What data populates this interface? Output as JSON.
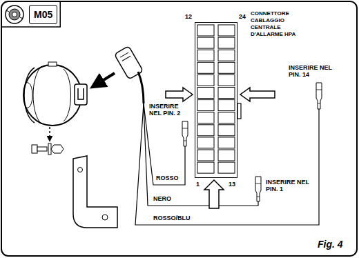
{
  "diagram": {
    "caption": "Fig. 4",
    "nodes": [
      {
        "text": [
          "M05"
        ]
      },
      {
        "text": [
          "CONNETTORE CABLAGGIO CENTRALE D'ALLARME HPA"
        ]
      }
    ],
    "labels": [
      "12",
      "24",
      "INSERIRE NEL PIN. 2",
      "INSERIRE NEL PIN. 14",
      "1",
      "13",
      "INSERIRE NEL PIN. 1",
      "ROSSO",
      "NERO",
      "ROSSO/BLU"
    ]
  }
}
